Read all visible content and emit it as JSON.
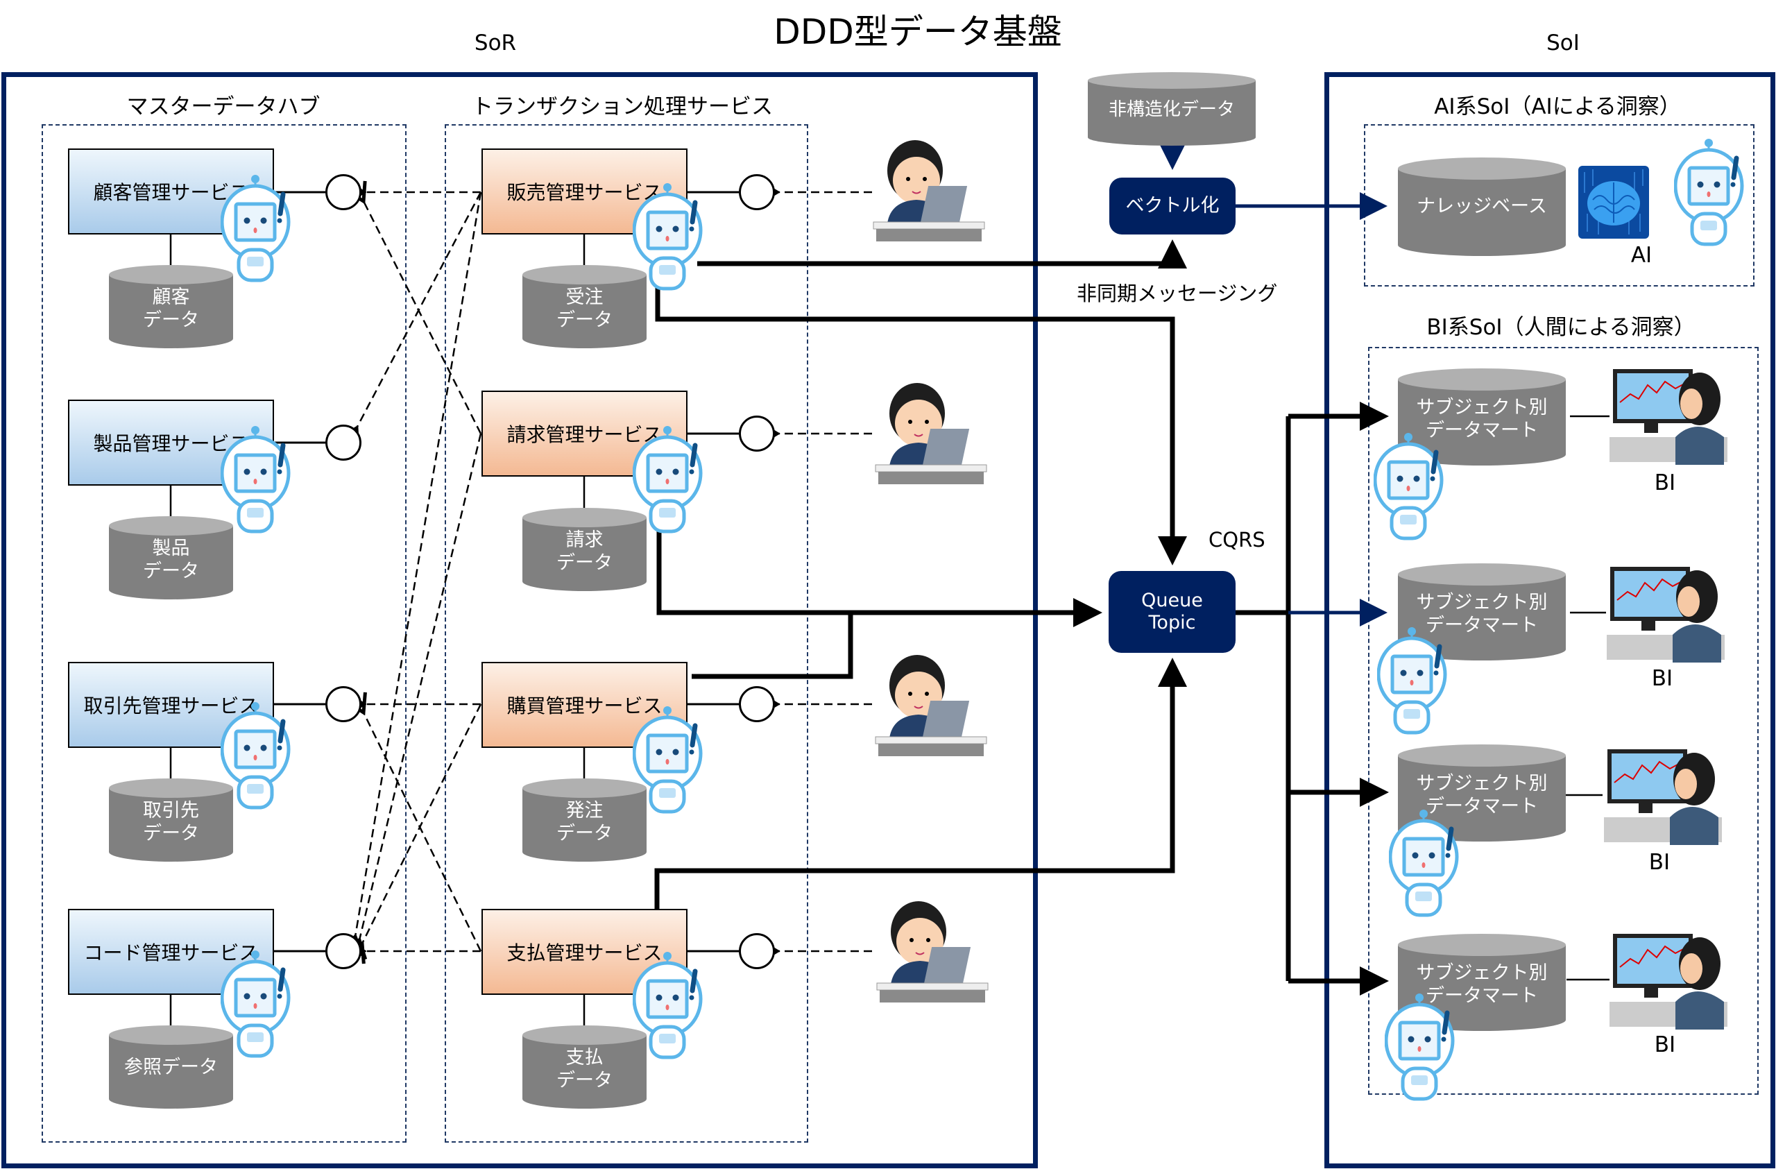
{
  "title": "DDD型データ基盤",
  "sections": {
    "sor": {
      "label": "SoR"
    },
    "soi": {
      "label": "SoI"
    }
  },
  "master_hub": {
    "label": "マスターデータハブ",
    "services": [
      {
        "name": "顧客管理サービス",
        "store": "顧客\nデータ",
        "store_lines": [
          "顧客",
          "データ"
        ]
      },
      {
        "name": "製品管理サービス",
        "store": "製品\nデータ",
        "store_lines": [
          "製品",
          "データ"
        ]
      },
      {
        "name": "取引先管理サービス",
        "store": "取引先\nデータ",
        "store_lines": [
          "取引先",
          "データ"
        ]
      },
      {
        "name": "コード管理サービス",
        "store": "参照データ",
        "store_lines": [
          "参照データ"
        ]
      }
    ]
  },
  "transaction": {
    "label": "トランザクション処理サービス",
    "services": [
      {
        "name": "販売管理サービス",
        "store_lines": [
          "受注",
          "データ"
        ]
      },
      {
        "name": "請求管理サービス",
        "store_lines": [
          "請求",
          "データ"
        ]
      },
      {
        "name": "購買管理サービス",
        "store_lines": [
          "発注",
          "データ"
        ]
      },
      {
        "name": "支払管理サービス",
        "store_lines": [
          "支払",
          "データ"
        ]
      }
    ]
  },
  "middle": {
    "unstructured": "非構造化データ",
    "vectorize": "ベクトル化",
    "async_label": "非同期メッセージング",
    "queue_lines": [
      "Queue",
      "Topic"
    ],
    "cqrs_label": "CQRS"
  },
  "ai_soi": {
    "label": "AI系SoI（AIによる洞察）",
    "knowledge_base": "ナレッジベース",
    "ai_label": "AI"
  },
  "bi_soi": {
    "label": "BI系SoI（人間による洞察）",
    "marts": [
      {
        "lines": [
          "サブジェクト別",
          "データマート"
        ],
        "user_label": "BI"
      },
      {
        "lines": [
          "サブジェクト別",
          "データマート"
        ],
        "user_label": "BI"
      },
      {
        "lines": [
          "サブジェクト別",
          "データマート"
        ],
        "user_label": "BI"
      },
      {
        "lines": [
          "サブジェクト別",
          "データマート"
        ],
        "user_label": "BI"
      }
    ]
  },
  "colors": {
    "navy": "#002060",
    "dash": "#1f3864",
    "master_gradient": [
      "#eef6fc",
      "#a9cbea"
    ],
    "trans_gradient": [
      "#fdf0e6",
      "#f4b993"
    ],
    "cylinder": "#808080",
    "cylinder_top": "#b0b0b0",
    "robot": "#5bb6ea"
  }
}
